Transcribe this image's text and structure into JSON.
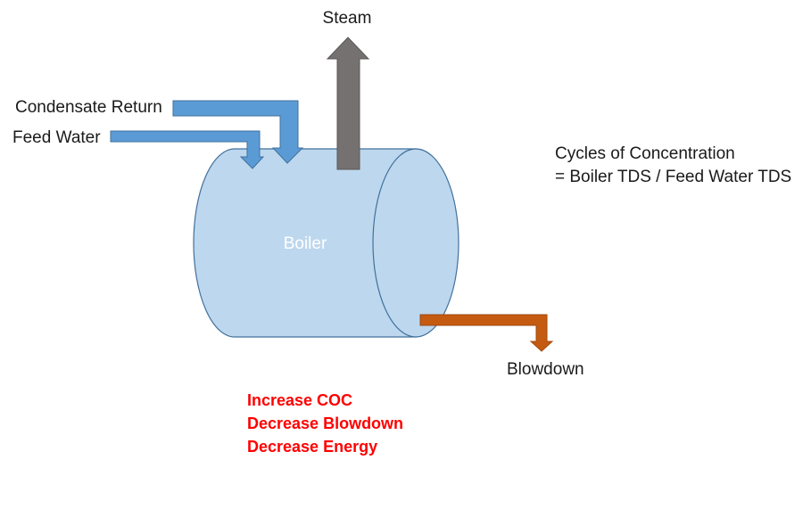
{
  "labels": {
    "steam": "Steam",
    "condensate_return": "Condensate Return",
    "feed_water": "Feed Water",
    "boiler": "Boiler",
    "blowdown": "Blowdown"
  },
  "formula": {
    "line1": "Cycles of Concentration",
    "line2": "= Boiler TDS / Feed Water TDS"
  },
  "notes": [
    "Increase COC",
    "Decrease Blowdown",
    "Decrease Energy"
  ],
  "colors": {
    "boiler_fill": "#bdd7ee",
    "boiler_stroke": "#41719c",
    "water_arrows": "#5b9bd5",
    "steam_arrow": "#767171",
    "blowdown_arrow": "#c55a11",
    "notes": "#ff0000"
  }
}
